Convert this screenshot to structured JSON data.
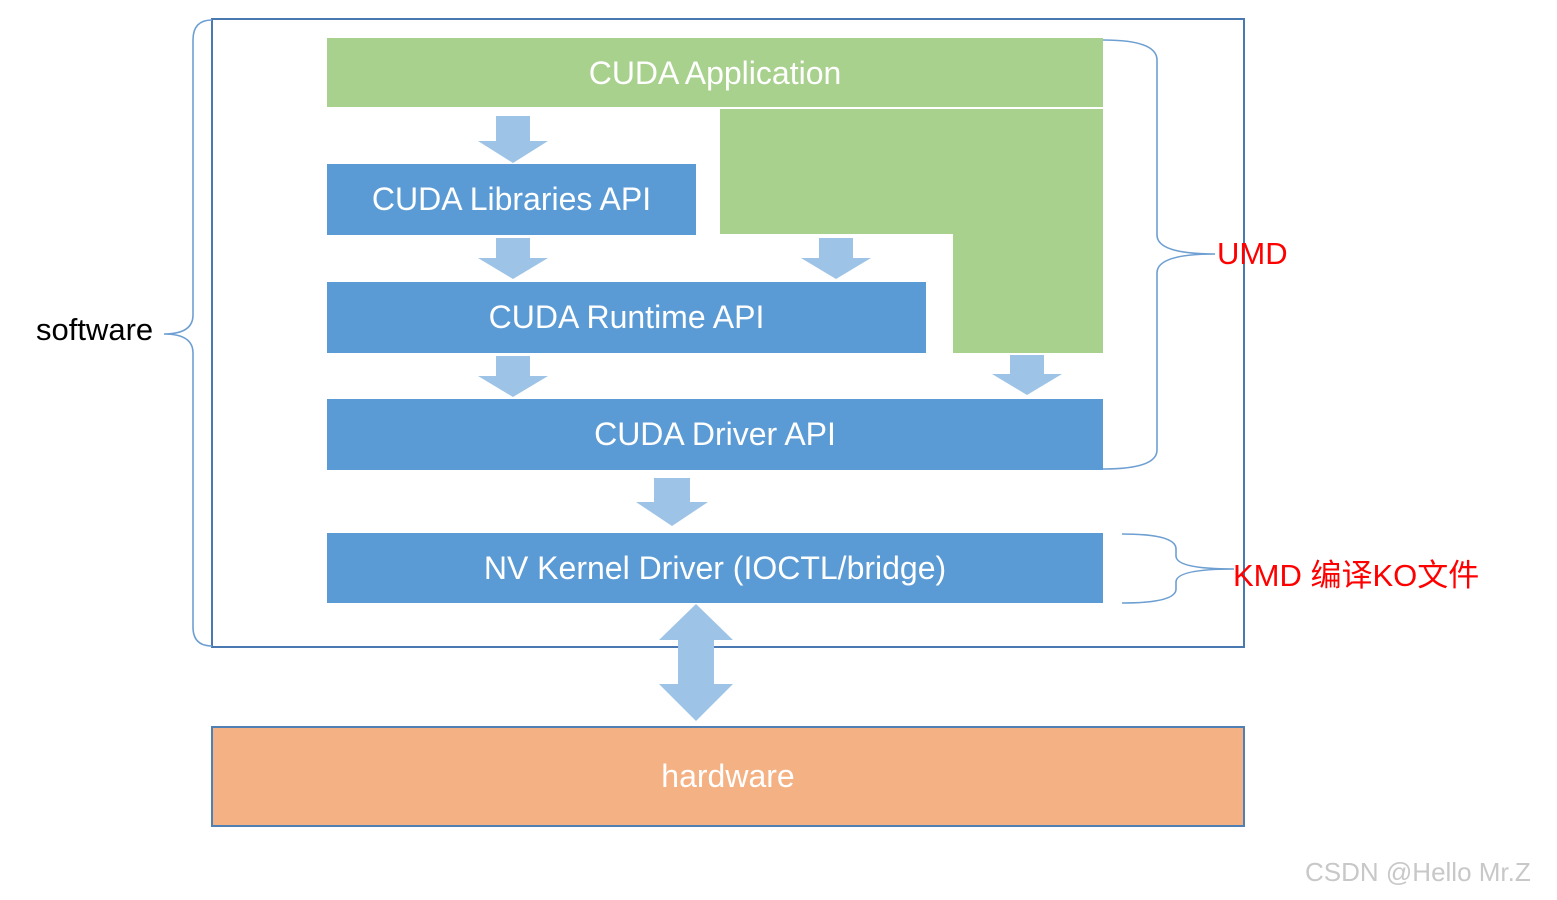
{
  "diagram": {
    "application": "CUDA Application",
    "libraries_api": "CUDA Libraries API",
    "runtime_api": "CUDA Runtime API",
    "driver_api": "CUDA Driver API",
    "kernel_driver": "NV Kernel Driver (IOCTL/bridge)",
    "hardware": "hardware",
    "software_label": "software",
    "umd_label": "UMD",
    "kmd_label": "KMD 编译KO文件",
    "watermark": "CSDN @Hello Mr.Z"
  },
  "colors": {
    "green": "#a9d18e",
    "blue": "#5b9bd5",
    "orange": "#f4b183",
    "arrow": "#9dc3e6",
    "frame": "#4a78b0",
    "annotation_red": "#ff0000"
  }
}
